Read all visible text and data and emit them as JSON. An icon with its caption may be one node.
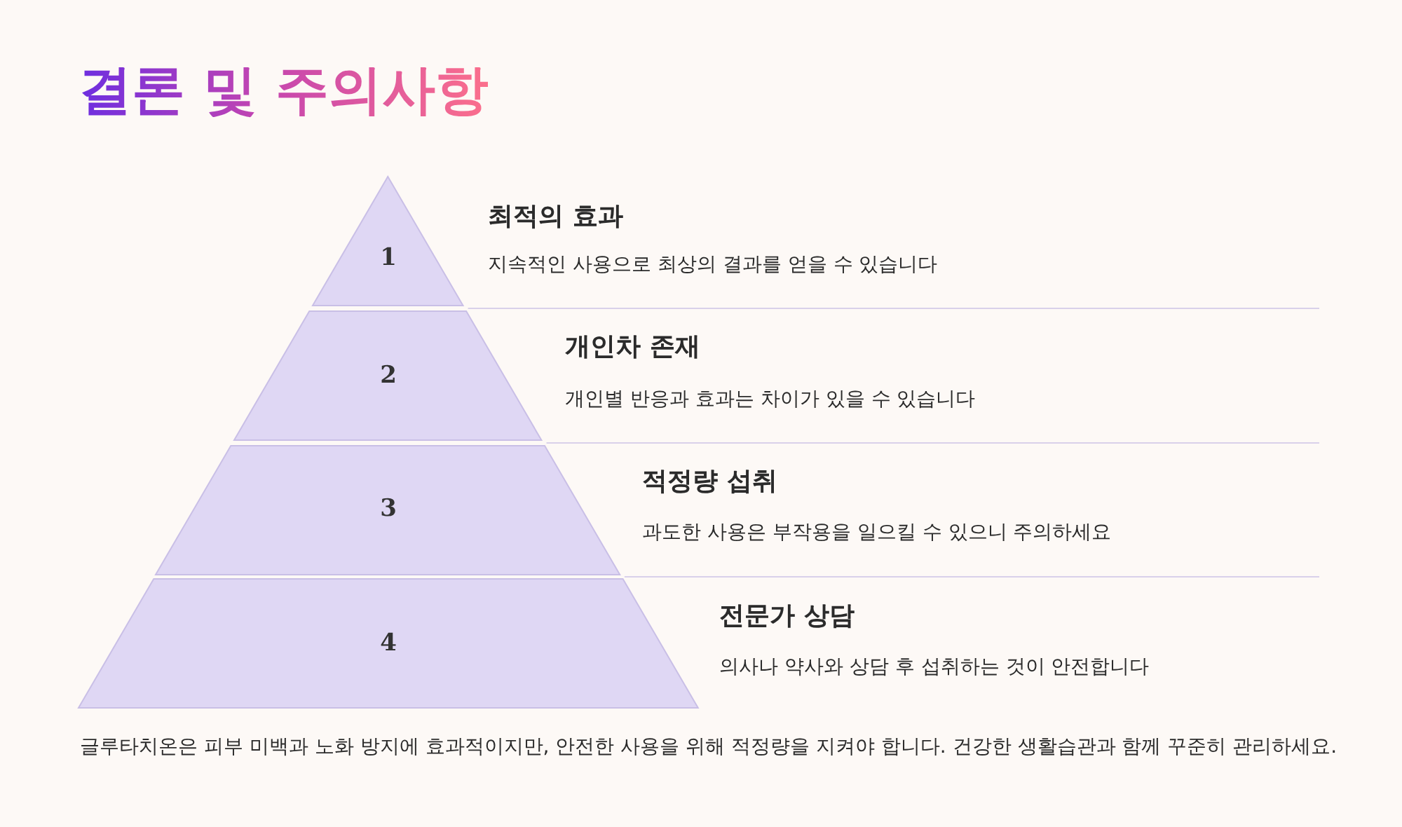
{
  "diagram": {
    "title": "결론 및 주의사항",
    "nodes": [
      {
        "text": [
          "1"
        ],
        "beside": [
          "최적의 효과",
          "지속적인 사용으로 최상의 결과를 얻을 수 있습니다"
        ]
      },
      {
        "text": [
          "2"
        ],
        "beside": [
          "개인차 존재",
          "개인별 반응과 효과는 차이가 있을 수 있습니다"
        ]
      },
      {
        "text": [
          "3"
        ],
        "beside": [
          "적정량 섭취",
          "과도한 사용은 부작용을 일으킬 수 있으니 주의하세요"
        ]
      },
      {
        "text": [
          "4"
        ],
        "beside": [
          "전문가 상담",
          "의사나 약사와 상담 후 섭취하는 것이 안전합니다"
        ]
      }
    ],
    "caption": "글루타치온은 피부 미백과 노화 방지에 효과적이지만, 안전한 사용을 위해 적정량을 지켜야 합니다. 건강한 생활습관과 함께 꾸준히 관리하세요."
  }
}
